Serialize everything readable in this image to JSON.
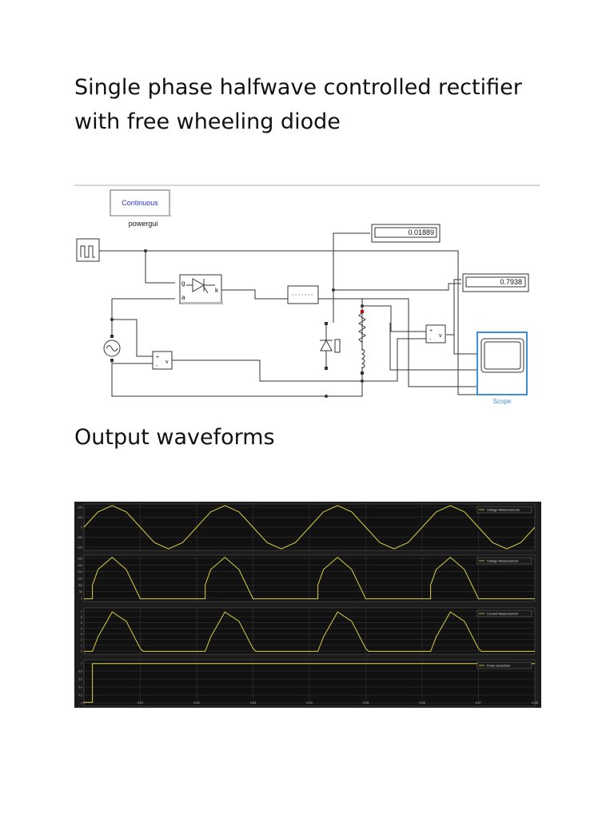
{
  "document": {
    "title_line1": "Single phase halfwave controlled rectifier",
    "title_line2": "with free wheeling diode",
    "section_heading": "Output waveforms"
  },
  "simulink": {
    "powergui_mode": "Continuous",
    "powergui_label": "powergui",
    "display_top_value": "0.01889",
    "display_right_value": "0.7938",
    "scope_label": "Scope",
    "thyristor_ports": {
      "gate": "g",
      "anode": "a",
      "cathode": "k"
    },
    "meter_plus": "+",
    "meter_minus": "-",
    "meter_v": "v",
    "colors": {
      "wire": "#333333",
      "scope_blue": "#3b8ed8",
      "powergui_text": "#2233cc"
    }
  },
  "scope": {
    "background": "#1c1c1c",
    "trace_color": "#d9cf45",
    "x_ticks": [
      "0",
      "0.01",
      "0.02",
      "0.03",
      "0.04",
      "0.05",
      "0.06",
      "0.07",
      "0.08"
    ],
    "panels": [
      {
        "legend": "Voltage Measurement1",
        "yticks": [
          "200",
          "100",
          "0",
          "-100",
          "-200"
        ]
      },
      {
        "legend": "Voltage Measurement",
        "yticks": [
          "300",
          "250",
          "200",
          "150",
          "100",
          "50",
          "0"
        ]
      },
      {
        "legend": "Current Measurement",
        "yticks": [
          "7",
          "6",
          "5",
          "4",
          "3",
          "2",
          "1",
          "0"
        ]
      },
      {
        "legend": "Pulse Generator",
        "yticks": [
          "1",
          "0.8",
          "0.6",
          "0.4",
          "0.2",
          "0"
        ]
      }
    ]
  },
  "chart_data": [
    {
      "type": "line",
      "title": "",
      "xlabel": "",
      "ylabel": "",
      "xlim": [
        0,
        0.08
      ],
      "ylim": [
        -230,
        230
      ],
      "grid": true,
      "legend_position": "top-right",
      "series": [
        {
          "name": "Voltage Measurement1",
          "x": [
            0,
            0.0025,
            0.005,
            0.0075,
            0.01,
            0.0125,
            0.015,
            0.0175,
            0.02,
            0.0225,
            0.025,
            0.0275,
            0.03,
            0.0325,
            0.035,
            0.0375,
            0.04,
            0.0425,
            0.045,
            0.0475,
            0.05,
            0.0525,
            0.055,
            0.0575,
            0.06,
            0.0625,
            0.065,
            0.0675,
            0.07,
            0.0725,
            0.075,
            0.0775,
            0.08
          ],
          "values": [
            0,
            152,
            215,
            152,
            0,
            -152,
            -215,
            -152,
            0,
            152,
            215,
            152,
            0,
            -152,
            -215,
            -152,
            0,
            152,
            215,
            152,
            0,
            -152,
            -215,
            -152,
            0,
            152,
            215,
            152,
            0,
            -152,
            -215,
            -152,
            0
          ]
        }
      ]
    },
    {
      "type": "line",
      "title": "",
      "xlabel": "",
      "ylabel": "",
      "xlim": [
        0,
        0.08
      ],
      "ylim": [
        -20,
        320
      ],
      "grid": true,
      "legend_position": "top-right",
      "series": [
        {
          "name": "Voltage Measurement",
          "x": [
            0,
            0.0015,
            0.0015,
            0.0025,
            0.005,
            0.0075,
            0.01,
            0.01,
            0.02,
            0.0215,
            0.0215,
            0.0225,
            0.025,
            0.0275,
            0.03,
            0.03,
            0.04,
            0.0415,
            0.0415,
            0.0425,
            0.045,
            0.0475,
            0.05,
            0.05,
            0.06,
            0.0615,
            0.0615,
            0.0625,
            0.065,
            0.0675,
            0.07,
            0.07,
            0.08
          ],
          "values": [
            0,
            0,
            100,
            215,
            305,
            215,
            0,
            0,
            0,
            0,
            100,
            215,
            305,
            215,
            0,
            0,
            0,
            0,
            100,
            215,
            305,
            215,
            0,
            0,
            0,
            0,
            100,
            215,
            305,
            215,
            0,
            0,
            0
          ]
        }
      ]
    },
    {
      "type": "line",
      "title": "",
      "xlabel": "",
      "ylabel": "",
      "xlim": [
        0,
        0.08
      ],
      "ylim": [
        -0.5,
        7.5
      ],
      "grid": true,
      "legend_position": "top-right",
      "series": [
        {
          "name": "Current Measurement",
          "x": [
            0,
            0.0015,
            0.0025,
            0.005,
            0.0075,
            0.01,
            0.0105,
            0.02,
            0.0215,
            0.0225,
            0.025,
            0.0275,
            0.03,
            0.0305,
            0.04,
            0.0415,
            0.0425,
            0.045,
            0.0475,
            0.05,
            0.0505,
            0.06,
            0.0615,
            0.0625,
            0.065,
            0.0675,
            0.07,
            0.0705,
            0.08
          ],
          "values": [
            0,
            0,
            2.5,
            6.8,
            5.2,
            0.5,
            0,
            0,
            0,
            2.5,
            6.8,
            5.2,
            0.5,
            0,
            0,
            0,
            2.5,
            6.8,
            5.2,
            0.5,
            0,
            0,
            0,
            2.5,
            6.8,
            5.2,
            0.5,
            0,
            0
          ]
        }
      ]
    },
    {
      "type": "line",
      "title": "",
      "xlabel": "",
      "ylabel": "",
      "xlim": [
        0,
        0.08
      ],
      "ylim": [
        -0.1,
        1.1
      ],
      "grid": true,
      "legend_position": "top-right",
      "series": [
        {
          "name": "Pulse Generator",
          "x": [
            0,
            0.0015,
            0.0015,
            0.08
          ],
          "values": [
            0,
            0,
            1,
            1
          ]
        }
      ]
    }
  ]
}
